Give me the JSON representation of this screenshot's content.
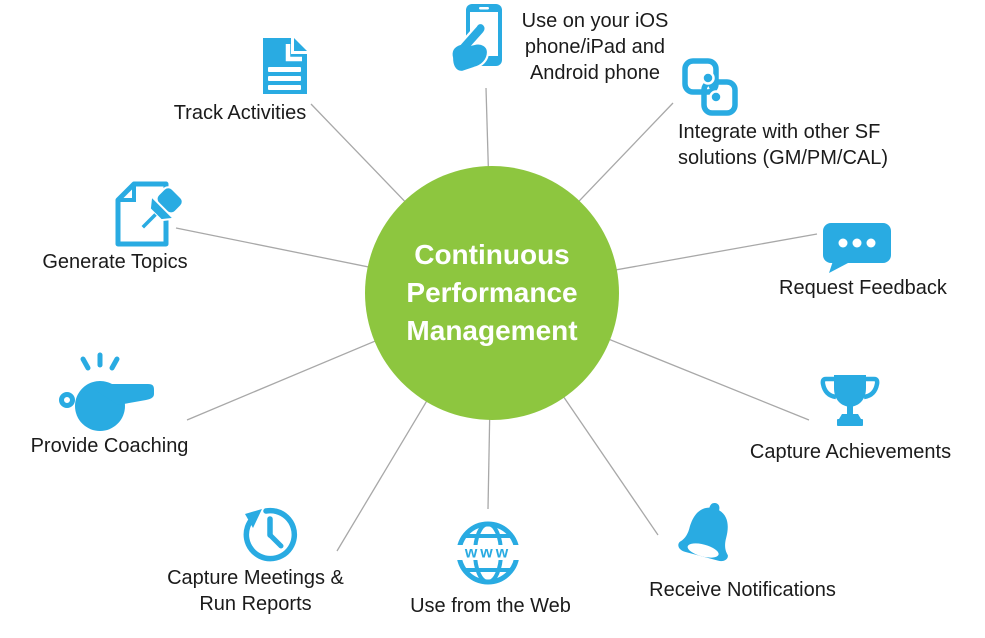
{
  "colors": {
    "green": "#8DC63F",
    "blue": "#29ABE2",
    "line_gray": "#A8A8A8",
    "text": "#1B1B1B"
  },
  "center": {
    "title": "Continuous\nPerformance\nManagement"
  },
  "nodes": {
    "track_activities": {
      "label": "Track Activities",
      "icon": "document-icon"
    },
    "mobile": {
      "label": "Use on your iOS\nphone/iPad and\nAndroid phone",
      "icon": "phone-touch-icon"
    },
    "integrate": {
      "label": "Integrate with other SF\nsolutions (GM/PM/CAL)",
      "icon": "integration-icon"
    },
    "feedback": {
      "label": "Request Feedback",
      "icon": "chat-bubble-icon"
    },
    "achievements": {
      "label": "Capture Achievements",
      "icon": "trophy-icon"
    },
    "notifications": {
      "label": "Receive Notifications",
      "icon": "bell-icon"
    },
    "web": {
      "label": "Use from the Web",
      "icon": "globe-www-icon",
      "globe_text": "www"
    },
    "meetings": {
      "label": "Capture Meetings &\nRun Reports",
      "icon": "clock-arrow-icon"
    },
    "coaching": {
      "label": "Provide Coaching",
      "icon": "whistle-icon"
    },
    "topics": {
      "label": "Generate Topics",
      "icon": "pin-document-icon"
    }
  }
}
